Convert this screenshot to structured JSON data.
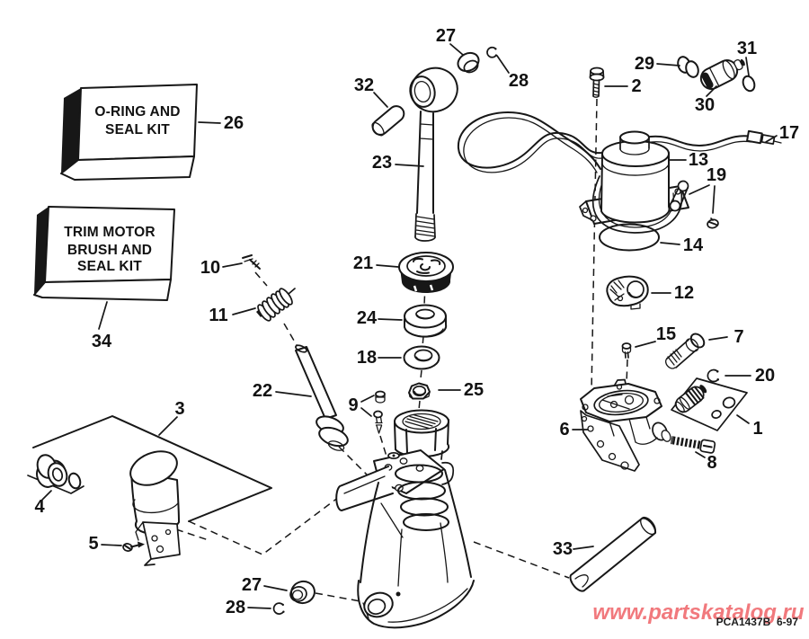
{
  "figure": {
    "background": "#ffffff",
    "ink": "#171717"
  },
  "kit_boxes": [
    {
      "id": "26",
      "lines": [
        "O-RING AND",
        "SEAL KIT"
      ]
    },
    {
      "id": "34",
      "lines": [
        "TRIM MOTOR",
        "BRUSH AND",
        "SEAL KIT"
      ]
    }
  ],
  "callouts": [
    {
      "label": "27"
    },
    {
      "label": "28"
    },
    {
      "label": "32"
    },
    {
      "label": "23"
    },
    {
      "label": "2"
    },
    {
      "label": "29"
    },
    {
      "label": "30"
    },
    {
      "label": "31"
    },
    {
      "label": "17"
    },
    {
      "label": "13"
    },
    {
      "label": "19"
    },
    {
      "label": "14"
    },
    {
      "label": "26"
    },
    {
      "label": "12"
    },
    {
      "label": "21"
    },
    {
      "label": "10"
    },
    {
      "label": "11"
    },
    {
      "label": "24"
    },
    {
      "label": "18"
    },
    {
      "label": "34"
    },
    {
      "label": "25"
    },
    {
      "label": "22"
    },
    {
      "label": "9"
    },
    {
      "label": "15"
    },
    {
      "label": "7"
    },
    {
      "label": "20"
    },
    {
      "label": "6"
    },
    {
      "label": "1"
    },
    {
      "label": "8"
    },
    {
      "label": "3"
    },
    {
      "label": "4"
    },
    {
      "label": "5"
    },
    {
      "label": "33"
    },
    {
      "label": "27"
    },
    {
      "label": "28"
    }
  ],
  "watermark": {
    "text": "www.partskatalog.ru",
    "color": "#f1797d"
  },
  "plate_code": {
    "text": "PCA1437B  6-97"
  }
}
